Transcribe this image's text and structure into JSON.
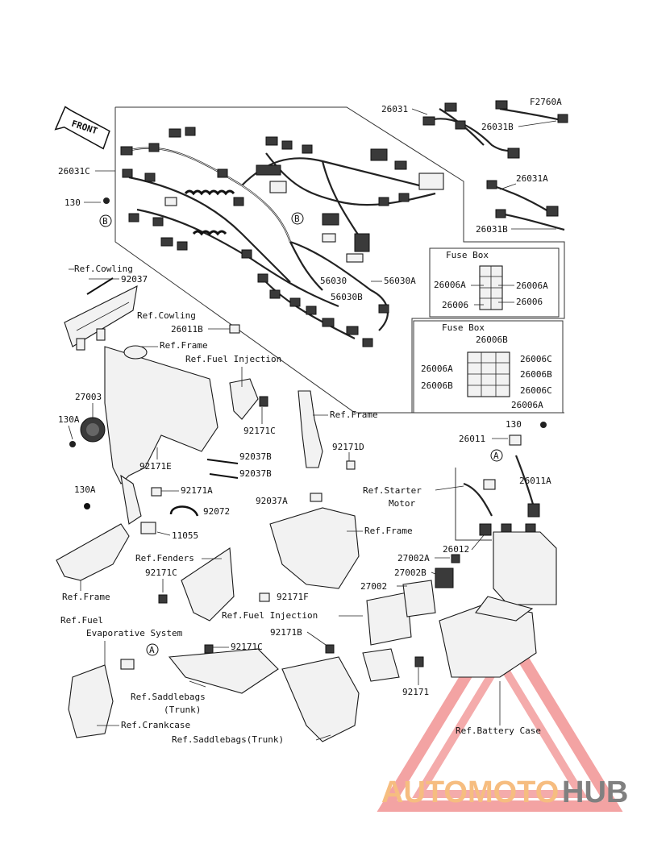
{
  "figure_code": "F2760A",
  "front_label": "FRONT",
  "watermark": {
    "text_a": "AUTOMOTO",
    "text_b": "HUB",
    "color_a": "#f5b26b",
    "color_b": "#6b6b6b",
    "triangle_color": "#e63a3a"
  },
  "parts": {
    "p26031": "26031",
    "p26031B_1": "26031B",
    "p26031A": "26031A",
    "p26031B_2": "26031B",
    "p26031C": "26031C",
    "p130_1": "130",
    "p130_2": "130",
    "p130A_1": "130A",
    "p130A_2": "130A",
    "p56030": "56030",
    "p56030A": "56030A",
    "p56030B": "56030B",
    "p26011B": "26011B",
    "p26011": "26011",
    "p26011A": "26011A",
    "p26012": "26012",
    "p92037": "92037",
    "p92037A": "92037A",
    "p92037B_1": "92037B",
    "p92037B_2": "92037B",
    "p27003": "27003",
    "p92171C_1": "92171C",
    "p92171C_2": "92171C",
    "p92171C_3": "92171C",
    "p92171D": "92171D",
    "p92171E": "92171E",
    "p92171A": "92171A",
    "p92171F": "92171F",
    "p92171B": "92171B",
    "p92171": "92171",
    "p92072": "92072",
    "p11055": "11055",
    "p27002A": "27002A",
    "p27002B": "27002B",
    "p27002": "27002"
  },
  "refs": {
    "cowling_1": "Ref.Cowling",
    "cowling_2": "Ref.Cowling",
    "frame_1": "Ref.Frame",
    "frame_2": "Ref.Frame",
    "frame_3": "Ref.Frame",
    "frame_4": "Ref.Frame",
    "fuel_injection_1": "Ref.Fuel Injection",
    "fuel_injection_2": "Ref.Fuel Injection",
    "starter_motor_1": "Ref.Starter",
    "starter_motor_2": "Motor",
    "fenders": "Ref.Fenders",
    "fuel_evap_1": "Ref.Fuel",
    "fuel_evap_2": "Evaporative System",
    "saddlebags_1": "Ref.Saddlebags",
    "saddlebags_2": "(Trunk)",
    "saddlebags_3": "Ref.Saddlebags(Trunk)",
    "crankcase": "Ref.Crankcase",
    "battery_case": "Ref.Battery Case"
  },
  "fuse_box_1": {
    "title": "Fuse Box",
    "left_top": "26006A",
    "left_bottom": "26006",
    "right_top": "26006A",
    "right_bottom": "26006"
  },
  "fuse_box_2": {
    "title": "Fuse Box",
    "top": "26006B",
    "left_top": "26006A",
    "left_bottom": "26006B",
    "right_1": "26006C",
    "right_2": "26006B",
    "right_3": "26006C",
    "right_4": "26006A"
  },
  "callouts": {
    "a1": "A",
    "a2": "A",
    "b1": "B",
    "b2": "B"
  }
}
